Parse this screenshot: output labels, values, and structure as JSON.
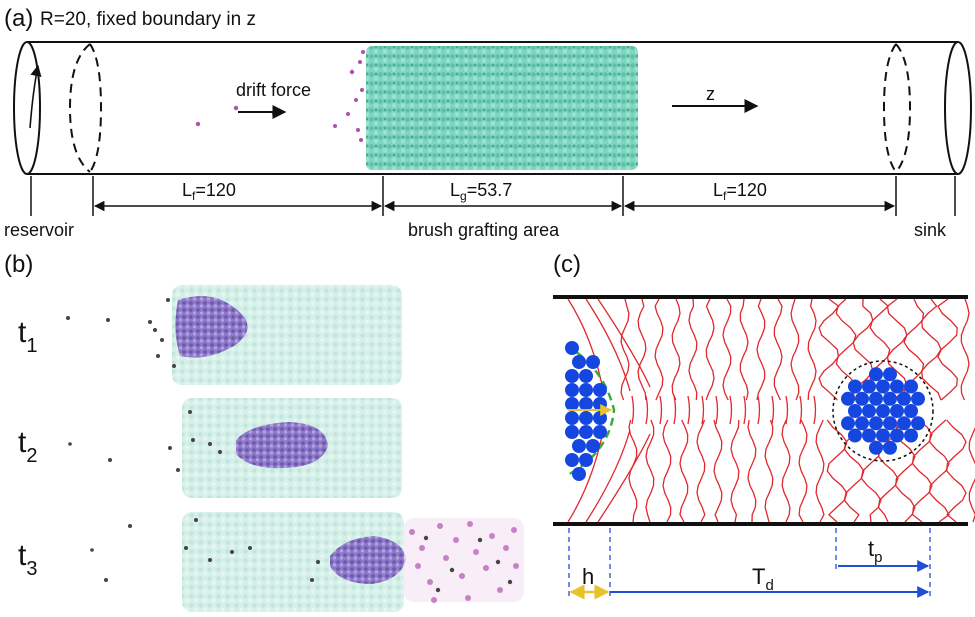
{
  "panel_a": {
    "label": "(a)",
    "title": "R=20, fixed boundary in z",
    "drift_force": "drift force",
    "z_axis": "z",
    "lf_left_prefix": "L",
    "lf_left_sub": "f",
    "lf_left_value": "=120",
    "lg_prefix": "L",
    "lg_sub": "g",
    "lg_value": "=53.7",
    "lf_right_prefix": "L",
    "lf_right_sub": "f",
    "lf_right_value": "=120",
    "reservoir": "reservoir",
    "brush_area": "brush grafting area",
    "sink": "sink"
  },
  "panel_b": {
    "label": "(b)",
    "t1": "t",
    "t1_sub": "1",
    "t2": "t",
    "t2_sub": "2",
    "t3": "t",
    "t3_sub": "3"
  },
  "panel_c": {
    "label": "(c)",
    "h": "h",
    "td": "T",
    "td_sub": "d",
    "tp": "t",
    "tp_sub": "p"
  },
  "colors": {
    "brush": "#7ed6c0",
    "brush_faint": "#cfeee6",
    "particle": "#8e79c9",
    "pink": "#c77fc7",
    "polymer_line": "#e0282e",
    "sphere": "#1546e0",
    "arrow_blue": "#1f4fd6",
    "arrow_yellow": "#e8c22b",
    "dash_green": "#3caa3c"
  }
}
